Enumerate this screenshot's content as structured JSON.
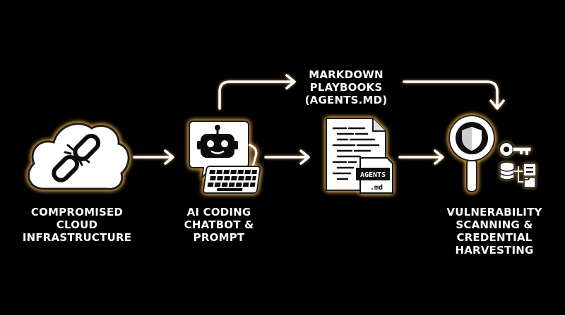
{
  "colors": {
    "background": "#000000",
    "icon_fill": "#ffffff",
    "icon_stroke": "#1a1a1a",
    "glow": "#f5b24a",
    "arrow": "#ffffff"
  },
  "nodes": {
    "cloud": {
      "icon": "broken-chain-cloud-icon",
      "lines": [
        "COMPROMISED",
        "CLOUD",
        "INFRASTRUCTURE"
      ]
    },
    "chatbot": {
      "icon": "robot-chat-keyboard-icon",
      "lines": [
        "AI CODING",
        "CHATBOT &",
        "PROMPT"
      ]
    },
    "playbook": {
      "icon": "markdown-document-icon",
      "file_label": "AGENTS",
      "file_ext": ".md",
      "lines": [
        "MARKDOWN",
        "PLAYBOOKS",
        "(AGENTS.MD)"
      ]
    },
    "vuln": {
      "icon": "magnifier-shield-key-database-icon",
      "lines": [
        "VULNERABILITY",
        "SCANNING &",
        "CREDENTIAL",
        "HARVESTING"
      ]
    }
  },
  "edges": [
    {
      "from": "cloud",
      "to": "chatbot"
    },
    {
      "from": "chatbot",
      "to": "playbook"
    },
    {
      "from": "playbook",
      "to": "vuln"
    },
    {
      "from": "chatbot",
      "to": "vuln",
      "via": "playbook-label"
    }
  ]
}
